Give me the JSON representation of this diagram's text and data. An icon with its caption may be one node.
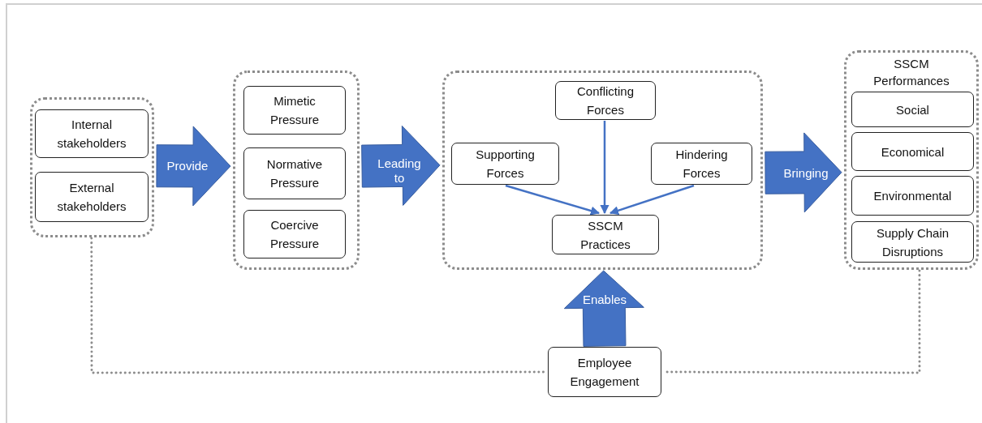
{
  "diagram": {
    "nodes": [
      {
        "text": [],
        "shape": "box"
      },
      {
        "text": [
          "Internal stakeholders"
        ],
        "in": 0
      },
      {
        "text": [
          "External stakeholders"
        ],
        "in": 0
      },
      {
        "text": [],
        "shape": "box"
      },
      {
        "text": [
          "Mimetic Pressure"
        ],
        "in": 3
      },
      {
        "text": [
          "Normative Pressure"
        ],
        "in": 3
      },
      {
        "text": [
          "Coercive Pressure"
        ],
        "in": 3
      },
      {
        "text": [],
        "shape": "box"
      },
      {
        "text": [
          "Conflicting Forces"
        ],
        "in": 7
      },
      {
        "text": [
          "Supporting Forces"
        ],
        "in": 7
      },
      {
        "text": [
          "Hindering Forces"
        ],
        "in": 7
      },
      {
        "text": [
          "SSCM Practices"
        ],
        "in": 7
      },
      {
        "text": [
          "SSCM Performances"
        ]
      },
      {
        "text": [
          "Social"
        ],
        "in": 12
      },
      {
        "text": [
          "Economical"
        ],
        "in": 12
      },
      {
        "text": [
          "Environmental"
        ],
        "in": 12
      },
      {
        "text": [
          "Supply Chain Disruptions"
        ],
        "in": 12
      },
      {
        "text": [
          "Employee Engagement"
        ]
      }
    ],
    "edges": [
      {
        "from": 0,
        "to": 3,
        "arrow": "to",
        "label": "Provide",
        "style": "thick"
      },
      {
        "from": 3,
        "to": 7,
        "arrow": "to",
        "label": "Leading to",
        "style": "thick"
      },
      {
        "from": 7,
        "to": 12,
        "arrow": "to",
        "label": "Bringing",
        "style": "thick"
      },
      {
        "from": 17,
        "to": 7,
        "arrow": "to",
        "label": "Enables",
        "style": "thick"
      },
      {
        "from": 9,
        "to": 11,
        "arrow": "to"
      },
      {
        "from": 8,
        "to": 11,
        "arrow": "to"
      },
      {
        "from": 10,
        "to": 11,
        "arrow": "to"
      },
      {
        "from": 0,
        "to": 17,
        "arrow": "none",
        "style": "dashed",
        "color": "#8c8c8c"
      },
      {
        "from": 12,
        "to": 17,
        "arrow": "none",
        "style": "dashed",
        "color": "#8c8c8c"
      }
    ]
  }
}
